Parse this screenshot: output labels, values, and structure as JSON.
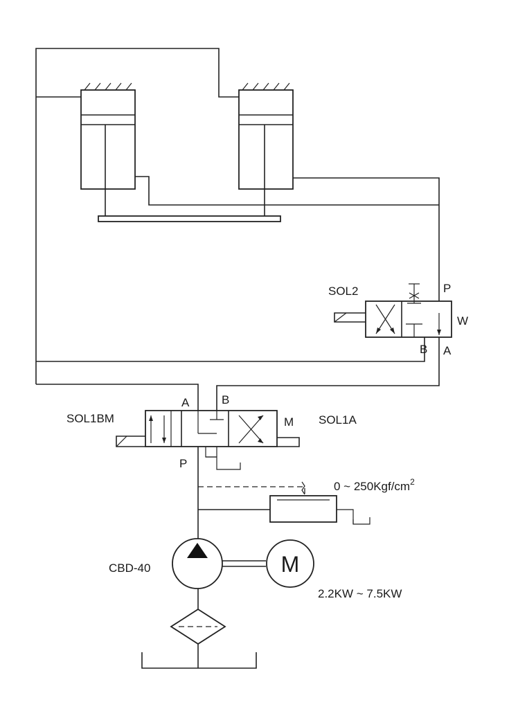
{
  "labels": {
    "sol2": "SOL2",
    "p_top": "P",
    "w": "W",
    "b_right": "B",
    "a_right": "A",
    "sol1bm": "SOL1BM",
    "a_left": "A",
    "b_left": "B",
    "m_left": "M",
    "sol1a": "SOL1A",
    "p_bottom": "P",
    "pressure_range": "0 ~ 250Kgf/cm",
    "pressure_sup": "2",
    "pump": "CBD-40",
    "motor": "M",
    "motor_power": "2.2KW ~ 7.5KW"
  },
  "colors": {
    "line": "#222222",
    "background": "#ffffff"
  }
}
